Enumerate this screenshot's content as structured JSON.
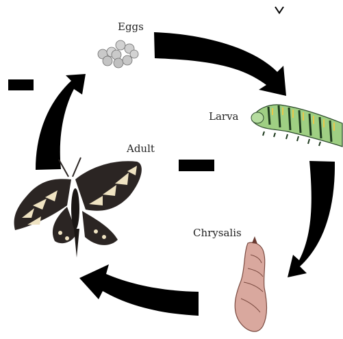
{
  "stages": [
    {
      "id": "eggs",
      "label": "Eggs"
    },
    {
      "id": "larva",
      "label": "Larva"
    },
    {
      "id": "chrysalis",
      "label": "Chrysalis"
    },
    {
      "id": "adult",
      "label": "Adult"
    }
  ],
  "colors": {
    "arrow": "#000000",
    "egg": "#c9c9c9",
    "caterpillar_body": "#9fcf83",
    "caterpillar_stripe": "#1e3a1e",
    "chrysalis": "#d9a89e",
    "butterfly_dark": "#2b2523",
    "butterfly_light": "#efe3c2"
  }
}
